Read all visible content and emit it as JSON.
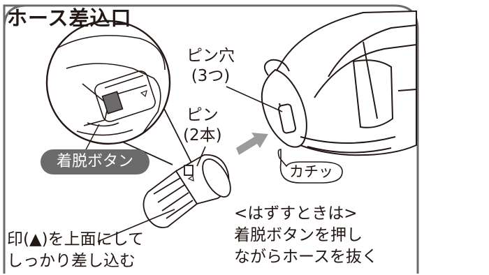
{
  "title": "ホース差込口",
  "pin_hole_label": "ピン穴\n(3つ)",
  "pin_label": "ピン\n(2本)",
  "release_button_label": "着脱ボタン",
  "click_sound": "カチッ",
  "insert_instruction": "印(▲)を上面にして\nしっかり差し込む",
  "removal_instruction": "<はずすときは>\n着脱ボタンを押し\nながらホースを抜く"
}
